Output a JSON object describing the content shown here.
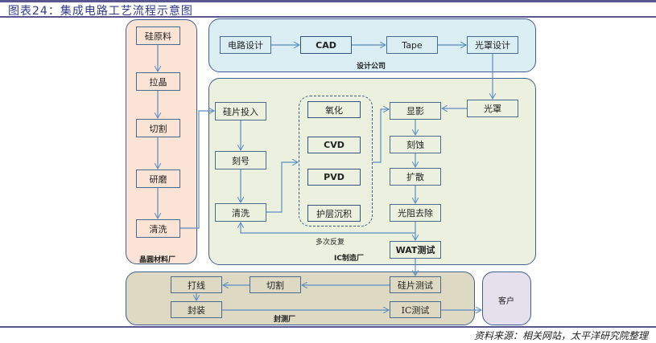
{
  "title": "图表24：集成电路工艺流程示意图",
  "source": "资料来源：相关网站，太平洋研究院整理",
  "colors": {
    "wafer_bg": "#fbe4d5",
    "design_bg": "#dbeef4",
    "fab_bg": "#ebf1de",
    "pkg_bg": "#ddd9c3",
    "customer_bg": "#e5e0ec",
    "border": "#3f5f8f",
    "arrow": "#5b8bc4",
    "rule": "#5a5790"
  },
  "regions": {
    "wafer": {
      "label": "晶圆材料厂",
      "steps": [
        "硅原料",
        "拉晶",
        "切割",
        "研磨",
        "清洗"
      ]
    },
    "design": {
      "label": "设计公司",
      "steps": [
        "电路设计",
        "CAD",
        "Tape",
        "光罩设计"
      ]
    },
    "fab": {
      "label": "IC制造厂",
      "left_steps": [
        "硅片投入",
        "刻号",
        "清洗"
      ],
      "deposition_group": [
        "氧化",
        "CVD",
        "PVD",
        "护层沉积"
      ],
      "right_steps": [
        "显影",
        "刻蚀",
        "扩散",
        "光阻去除",
        "WAT测试"
      ],
      "mask": "光罩",
      "loop_label": "多次反复"
    },
    "packaging": {
      "label": "封测厂",
      "top_row": [
        "打线",
        "切割",
        "硅片测试"
      ],
      "bottom_row": [
        "封装",
        "IC测试"
      ]
    },
    "customer": {
      "label": "客户"
    }
  }
}
